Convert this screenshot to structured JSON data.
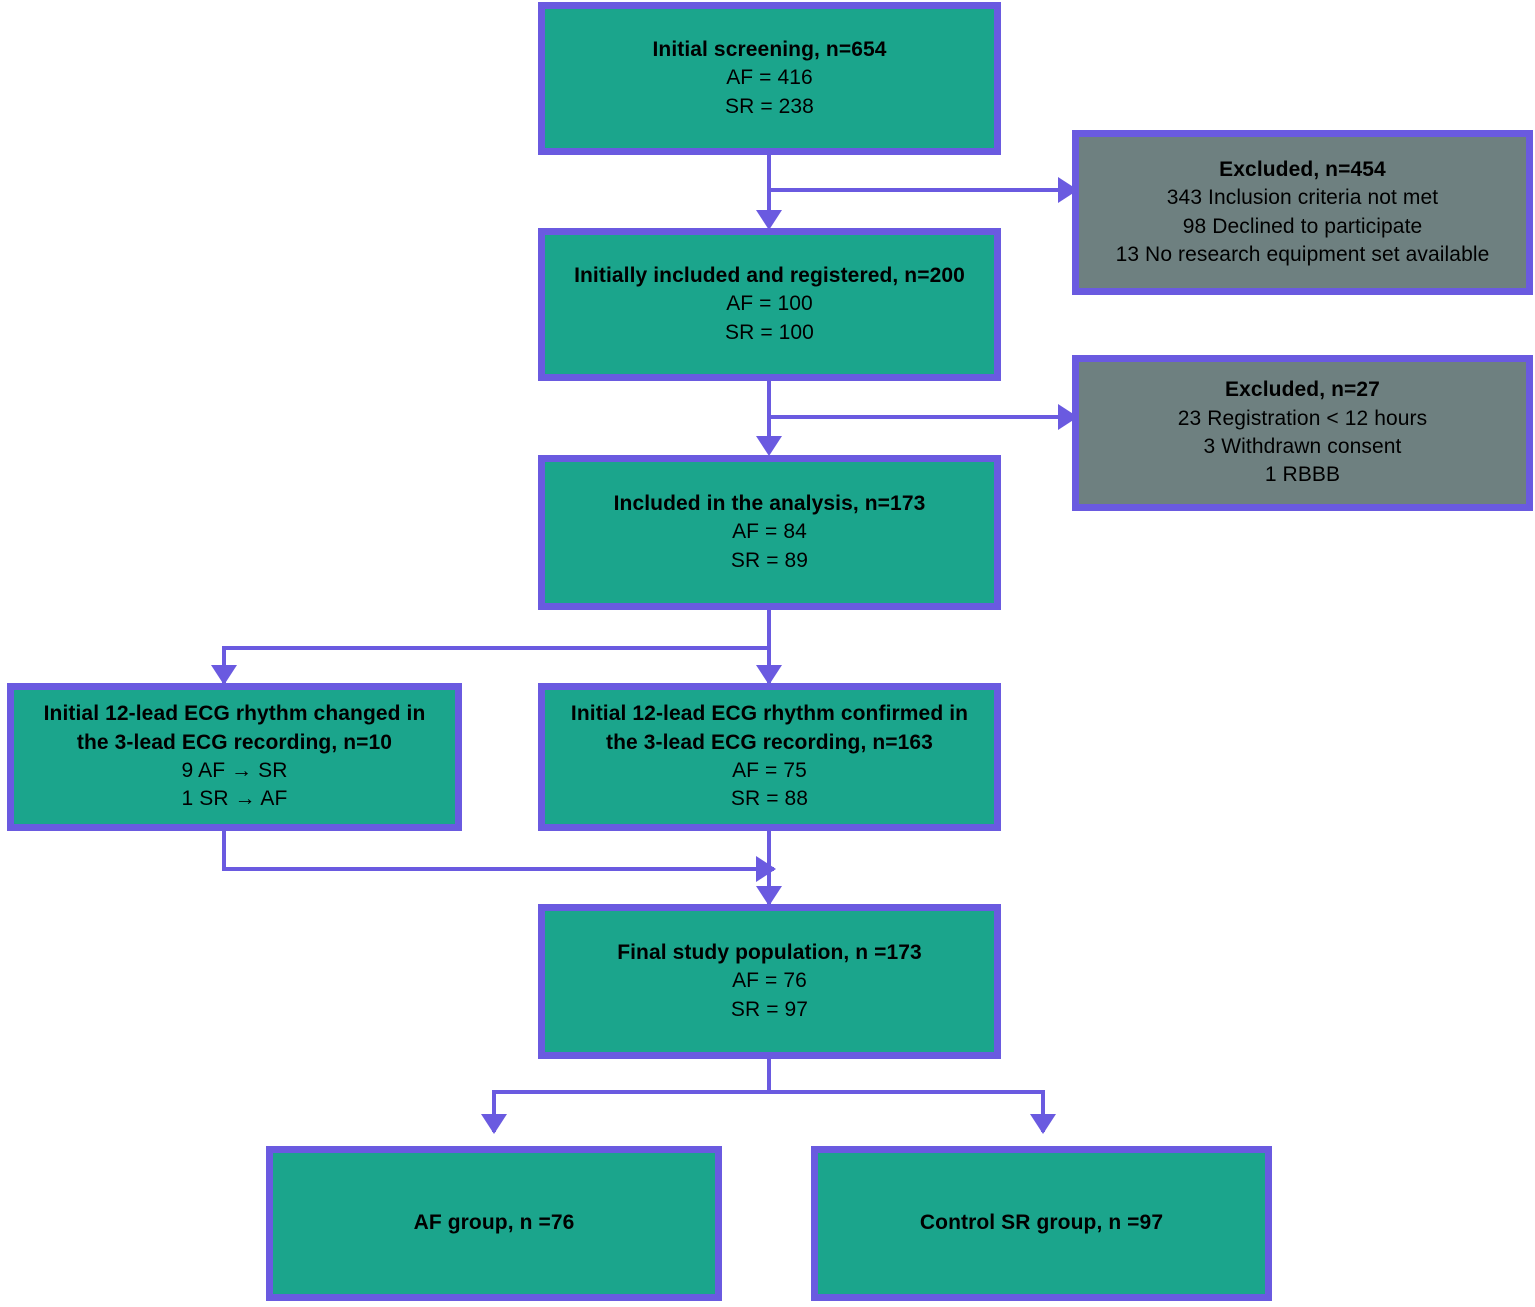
{
  "diagram": {
    "type": "study-flow-chart",
    "colors": {
      "node_fill_primary": "#1BA58C",
      "node_fill_excluded": "#6E8080",
      "node_border": "#6A5AE0",
      "connector": "#6A5AE0",
      "text": "#000000",
      "background": "#FFFFFF"
    },
    "nodes": {
      "initial_screening": {
        "title": "Initial screening, n=654",
        "line1": "AF = 416",
        "line2": "SR = 238"
      },
      "excluded_1": {
        "title": "Excluded, n=454",
        "line1": "343 Inclusion criteria not met",
        "line2": "98 Declined to participate",
        "line3": "13 No research equipment set available"
      },
      "initially_included": {
        "title": "Initially included and registered, n=200",
        "line1": "AF = 100",
        "line2": "SR = 100"
      },
      "excluded_2": {
        "title": "Excluded,  n=27",
        "line1": "23 Registration < 12 hours",
        "line2": "3  Withdrawn consent",
        "line3": "1 RBBB"
      },
      "included_analysis": {
        "title": "Included in the analysis, n=173",
        "line1": "AF = 84",
        "line2": "SR = 89"
      },
      "rhythm_changed": {
        "title_line1": "Initial 12-lead ECG rhythm changed in",
        "title_line2": "the 3-lead ECG recording, n=10",
        "line1": "9 AF → SR",
        "line2": "1 SR → AF"
      },
      "rhythm_confirmed": {
        "title_line1": "Initial 12-lead ECG rhythm confirmed in",
        "title_line2": "the 3-lead ECG recording, n=163",
        "line1": "AF = 75",
        "line2": "SR = 88"
      },
      "final_population": {
        "title": "Final study population, n =173",
        "line1": "AF = 76",
        "line2": "SR = 97"
      },
      "af_group": {
        "title": "AF group, n =76"
      },
      "control_group": {
        "title": "Control SR group, n =97"
      }
    }
  }
}
